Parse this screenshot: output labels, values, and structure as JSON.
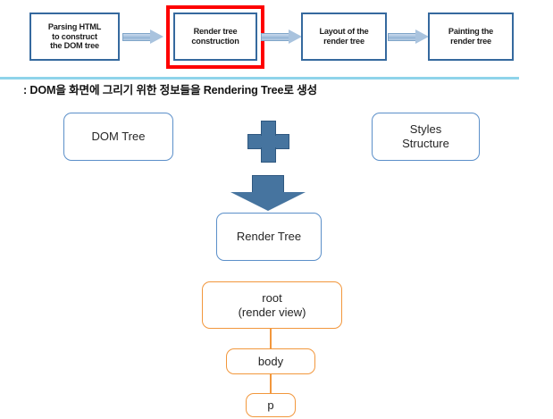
{
  "slide": {
    "caption": ": DOM을 화면에 그리기 위한 정보들을 Rendering Tree로 생성"
  },
  "colors": {
    "stage_border": "#35699e",
    "highlight": "#fe0000",
    "divider": "#8fd4ea",
    "blue_box_border": "#5b8fc9",
    "orange_box_border": "#f2973c",
    "shape_fill": "#46749f",
    "arrow_fill": "#a9c3de"
  },
  "pipeline": {
    "stages": [
      {
        "id": "parsing-html",
        "lines": [
          "Parsing HTML",
          "to construct",
          "the DOM tree"
        ],
        "highlighted": false
      },
      {
        "id": "render-tree-construction",
        "lines": [
          "Render tree",
          "construction"
        ],
        "highlighted": true
      },
      {
        "id": "layout-render-tree",
        "lines": [
          "Layout of the",
          "render tree"
        ],
        "highlighted": false
      },
      {
        "id": "painting-render-tree",
        "lines": [
          "Painting the",
          "render tree"
        ],
        "highlighted": false
      }
    ]
  },
  "inputs": {
    "dom_tree": {
      "lines": [
        "DOM Tree"
      ]
    },
    "styles_structure": {
      "lines": [
        "Styles",
        "Structure"
      ]
    },
    "operator": "+"
  },
  "output": {
    "render_tree": {
      "lines": [
        "Render Tree"
      ]
    }
  },
  "render_tree_nodes": {
    "root": {
      "lines": [
        "root",
        "(render view)"
      ]
    },
    "body": {
      "lines": [
        "body"
      ]
    },
    "p": {
      "lines": [
        "p"
      ]
    }
  }
}
